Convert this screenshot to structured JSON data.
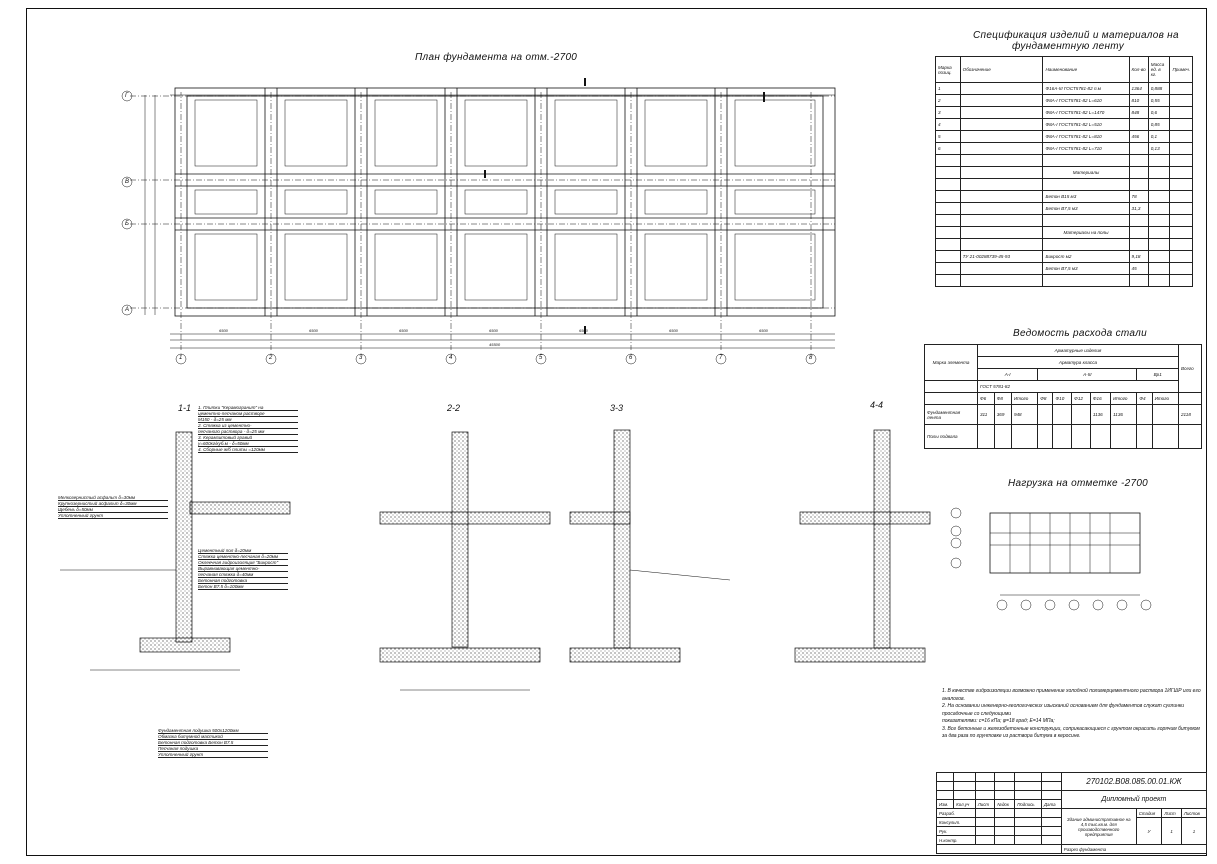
{
  "plan": {
    "title": "План фундамента на отм.-2700",
    "axes_letters": [
      "Г",
      "В",
      "Б",
      "А"
    ],
    "axes_numbers": [
      "1",
      "2",
      "3",
      "4",
      "5",
      "6",
      "7",
      "8"
    ],
    "spans": [
      "6500",
      "6500",
      "6500",
      "6500",
      "6500",
      "6500",
      "6500"
    ],
    "total": "45500"
  },
  "spec": {
    "title1": "Спецификация изделий и материалов на",
    "title2": "фундаментную ленту",
    "headers": [
      "Марка позиц.",
      "Обозначение",
      "Наименование",
      "Кол-во",
      "Масса ед. в кг.",
      "Примеч."
    ],
    "rows": [
      [
        "1",
        "",
        "Ф16А-III ГОСТ5781-82 п.м",
        "1364",
        "0,888",
        ""
      ],
      [
        "2",
        "",
        "Ф8А-I ГОСТ5781-82 L=610",
        "810",
        "0,55",
        ""
      ],
      [
        "3",
        "",
        "Ф8А-I ГОСТ5781-82 L=1470",
        "848",
        "0,6",
        ""
      ],
      [
        "4",
        "",
        "Ф8А-I ГОСТ5781-82 L=510",
        "",
        "0,85",
        ""
      ],
      [
        "5",
        "",
        "Ф8А-I ГОСТ5781-82 L=810",
        "456",
        "0,1",
        ""
      ],
      [
        "6",
        "",
        "Ф8А-I ГОСТ5781-82 L=710",
        "",
        "0,13",
        ""
      ]
    ],
    "materials_header": "Материалы",
    "materials": [
      [
        "Бетон В15",
        "м3",
        "78"
      ],
      [
        "Бетон В7,5",
        "м3",
        "31,3"
      ]
    ],
    "floor_header": "Материалы на полы",
    "floor": [
      [
        "ТУ 21-00288739-45-93",
        "Бикрост",
        "м2",
        "9,18"
      ],
      [
        "",
        "Бетон В7,5",
        "м3",
        "45"
      ]
    ]
  },
  "steel": {
    "title": "Ведомость расхода стали",
    "mark": "Марка элемента",
    "h1": "Арматурные изделия",
    "h2": "Арматура класса",
    "a1": "А-I",
    "a3": "А-III",
    "vr": "Вр1",
    "gost": "ГОСТ 5781-82",
    "total": "Всего",
    "cols": [
      "Ф6",
      "Ф8",
      "Итого",
      "Ф8",
      "Ф10",
      "Ф12",
      "Ф16",
      "Итого",
      "Ф4",
      "Итого"
    ],
    "row1_name": "Фундаментная лента",
    "row1": [
      "311",
      "369",
      "948",
      "",
      "",
      "",
      "1136",
      "1136",
      "",
      ""
    ],
    "row1_total": "2118",
    "row2_name": "Полы подвала"
  },
  "load": {
    "title": "Нагрузка на отметке -2700"
  },
  "sections": [
    {
      "label": "1-1",
      "legend": [
        "1. Плитки \"Керамогранит\" на",
        "цементно-песчаном растворе",
        "М150 - δ=25 мм",
        "2. Стяжка из цементно-",
        "песчаного раствора - δ=25 мм",
        "3. Керамзитовый гравий",
        "γ=600кг/куб.м - δ=50мм",
        "4. Сборные ж/б плиты =120мм"
      ],
      "left": [
        "Мелкозернистый асфальт δ=30мм",
        "Крупнозернистый асфальт δ=30мм",
        "Щебень δ=50мм",
        "Уплотненный грунт"
      ],
      "mid": [
        "Цементный пол δ=20мм",
        "Стяжка цементно-песчаная δ=20мм",
        "Оклеечная гидроизоляция \"Бикрост\"",
        "Выравнивающая цементно-",
        "песчаная стяжка δ=40мм",
        "Бетонная подготовка",
        "Бетон В7.5 δ=100мм"
      ],
      "bottom": [
        "Фундаментная подушка 500х1200мм",
        "Обмазка битумной мастикой",
        "Бетонная подготовка Бетон В7.5",
        "Песчаная подушка",
        "Уплотненный грунт"
      ]
    },
    {
      "label": "2-2"
    },
    {
      "label": "3-3"
    },
    {
      "label": "4-4"
    }
  ],
  "notes": [
    "1. В качестве гидроизоляции возможно применение холодной полимерцементного раствора 1ИГШР или его аналогов.",
    "2. На основании инженерно-геологических изысканий основанием для фундаментов служат суглинки просадочные со следующими",
    "показателями: c=16 кПа; φ=18 град; Е=14 МПа;",
    "3. Все бетонные и железобетонные конструкции, соприкасающиеся с грунтом окрасить горячим битумом за два раза по грунтовке из раствора битума в керосине."
  ],
  "stamp": {
    "code": "270102.B08.085.00.01.КЖ",
    "project": "Дипломный проект",
    "desc": "Здание административное на 4,5 тыс.кв.м. для производственного предприятия",
    "stage": "Стадия",
    "sheet": "Лист",
    "sheets": "Листов",
    "stage_v": "У",
    "sheet_v": "1",
    "sheets_v": "1",
    "footer": "Разрез фундамента",
    "roles": [
      "Изм.",
      "Кол.уч",
      "Лист",
      "№док",
      "Подпись",
      "Дата"
    ],
    "people": [
      "Разраб.",
      "Консульт.",
      "Рук.",
      "Н.контр."
    ]
  }
}
